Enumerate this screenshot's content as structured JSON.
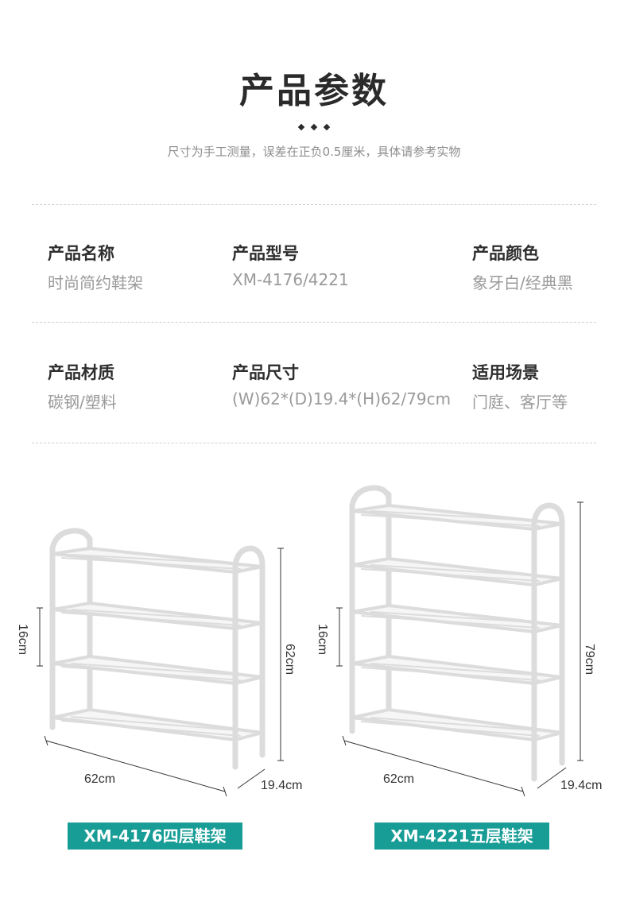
{
  "header": {
    "title": "产品参数",
    "note": "尺寸为手工测量，误差在正负0.5厘米，具体请参考实物"
  },
  "specs": [
    {
      "label": "产品名称",
      "value": "时尚简约鞋架"
    },
    {
      "label": "产品型号",
      "value": "XM-4176/4221"
    },
    {
      "label": "产品颜色",
      "value": "象牙白/经典黑"
    },
    {
      "label": "产品材质",
      "value": "碳钢/塑料"
    },
    {
      "label": "产品尺寸",
      "value": "(W)62*(D)19.4*(H)62/79cm"
    },
    {
      "label": "适用场景",
      "value": "门庭、客厅等"
    }
  ],
  "products": [
    {
      "name": "XM-4176四层鞋架",
      "tiers": 4,
      "dims": {
        "width": "62cm",
        "depth": "19.4cm",
        "height": "62cm",
        "spacing": "16cm"
      }
    },
    {
      "name": "XM-4221五层鞋架",
      "tiers": 5,
      "dims": {
        "width": "62cm",
        "depth": "19.4cm",
        "height": "79cm",
        "spacing": "16cm"
      }
    }
  ],
  "colors": {
    "badge": "#179d96",
    "title": "#2a2a2a",
    "value_text": "#9a9a9a"
  }
}
